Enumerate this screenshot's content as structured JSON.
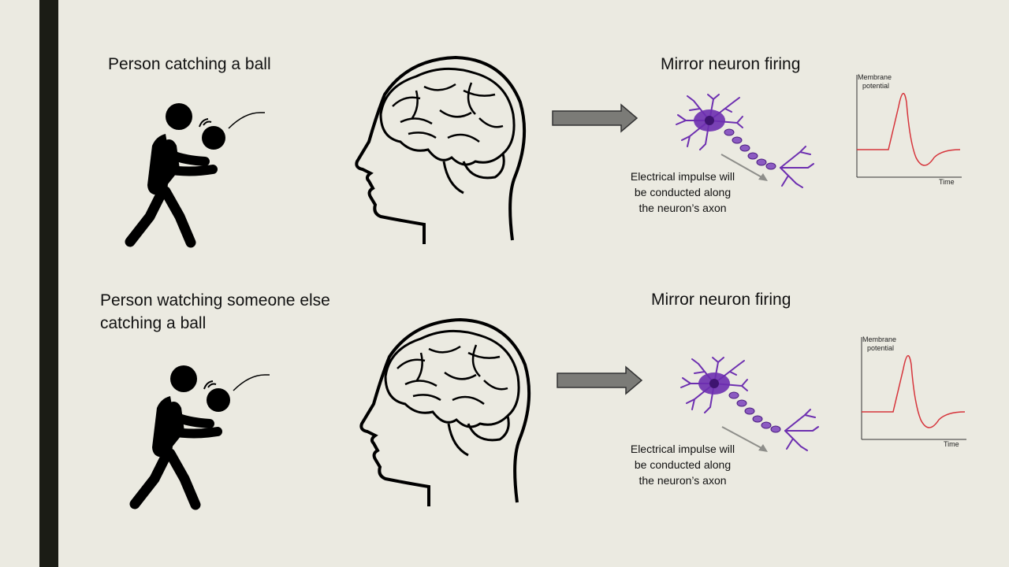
{
  "colors": {
    "background": "#ebeae1",
    "sidebar": "#1b1c15",
    "arrow": "#7b7b77",
    "neuron": "#6d2fb0",
    "potential_line": "#d6343b"
  },
  "rows": [
    {
      "title": "Person catching a ball",
      "title_line2": "",
      "firing_title": "Mirror neuron firing",
      "caption": [
        "Electrical impulse will",
        "be conducted along",
        "the neuron’s axon"
      ],
      "graph": {
        "ylabel": [
          "Membrane",
          "potential"
        ],
        "xlabel": "Time"
      }
    },
    {
      "title": "Person watching someone else",
      "title_line2": "catching a ball",
      "firing_title": "Mirror neuron firing",
      "caption": [
        "Electrical impulse will",
        "be conducted along",
        "the neuron’s axon"
      ],
      "graph": {
        "ylabel": [
          "Membrane",
          "potential"
        ],
        "xlabel": "Time"
      }
    }
  ],
  "icons": [
    "person-catching-ball-icon",
    "brain-head-icon",
    "right-arrow-icon",
    "neuron-icon",
    "membrane-potential-graph"
  ]
}
